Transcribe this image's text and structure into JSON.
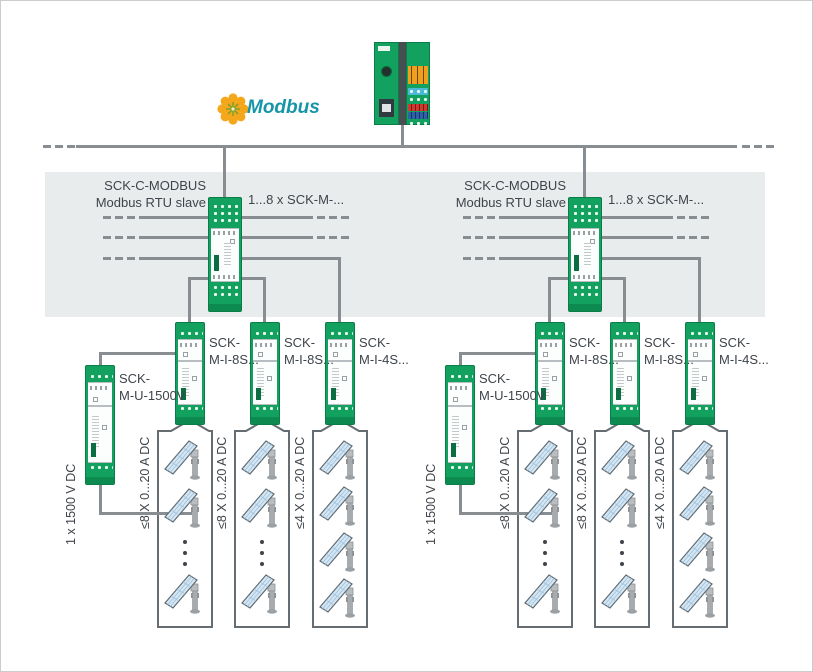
{
  "logo": {
    "text": "Modbus",
    "icon": "modbus-gear-icon",
    "text_color": "#1795a8",
    "gear_color": "#f5a71b"
  },
  "plc": {
    "icon": "plc-controller-icon"
  },
  "colors": {
    "module_green": "#12a15e",
    "line_gray": "#878d90",
    "band_gray": "#e9eced",
    "panel_blue": "#d6e7f4"
  },
  "groups": [
    {
      "gateway": {
        "name": "SCK-C-MODBUS",
        "role": "Modbus RTU slave"
      },
      "expansion_label": "1...8 x SCK-M-...",
      "voltage_monitor": {
        "line1": "SCK-",
        "line2": "M-U-1500V"
      },
      "string_label": "1 x 1500 V DC",
      "modules": [
        {
          "line1": "SCK-",
          "line2": "M-I-8S...",
          "array_label": "≤8 X 0...20 A DC"
        },
        {
          "line1": "SCK-",
          "line2": "M-I-8S...",
          "array_label": "≤8 X 0...20 A DC"
        },
        {
          "line1": "SCK-",
          "line2": "M-I-4S...",
          "array_label": "≤4 X 0...20 A DC"
        }
      ]
    },
    {
      "gateway": {
        "name": "SCK-C-MODBUS",
        "role": "Modbus RTU slave"
      },
      "expansion_label": "1...8 x SCK-M-...",
      "voltage_monitor": {
        "line1": "SCK-",
        "line2": "M-U-1500V"
      },
      "string_label": "1 x 1500 V DC",
      "modules": [
        {
          "line1": "SCK-",
          "line2": "M-I-8S...",
          "array_label": "≤8 X 0...20 A DC"
        },
        {
          "line1": "SCK-",
          "line2": "M-I-8S...",
          "array_label": "≤8 X 0...20 A DC"
        },
        {
          "line1": "SCK-",
          "line2": "M-I-4S...",
          "array_label": "≤4 X 0...20 A DC"
        }
      ]
    }
  ]
}
